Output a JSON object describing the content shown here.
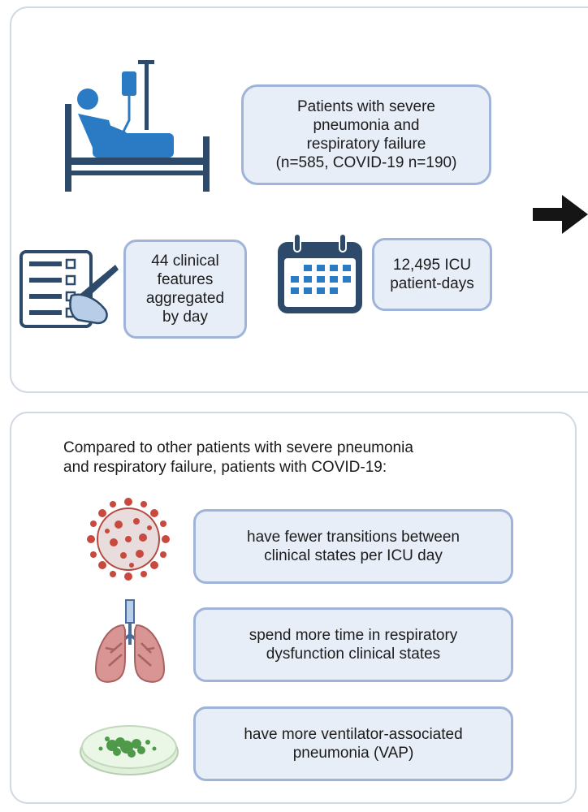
{
  "cohort": {
    "patients_text": "Patients with severe\npneumonia and\nrespiratory failure\n(n=585, COVID-19 n=190)",
    "features_text": "44 clinical\nfeatures\naggregated\nby day",
    "icu_text": "12,495 ICU\npatient-days"
  },
  "findings": {
    "intro": "Compared to other patients with severe pneumonia\nand respiratory failure, patients with COVID-19:",
    "items": [
      {
        "text": "have fewer transitions between\nclinical states per ICU day",
        "icon": "coronavirus-icon"
      },
      {
        "text": "spend more time in respiratory\ndysfunction clinical states",
        "icon": "lungs-icon"
      },
      {
        "text": "have more ventilator-associated\npneumonia (VAP)",
        "icon": "petri-dish-icon"
      }
    ]
  },
  "colors": {
    "icon_navy": "#2d4a6b",
    "icon_blue": "#2a7bc4",
    "pill_fill": "#e8eef8",
    "pill_border": "#9fb4d8",
    "panel_border": "#cfd8e3",
    "virus_red": "#c8493d",
    "lung_pink": "#d99494"
  }
}
